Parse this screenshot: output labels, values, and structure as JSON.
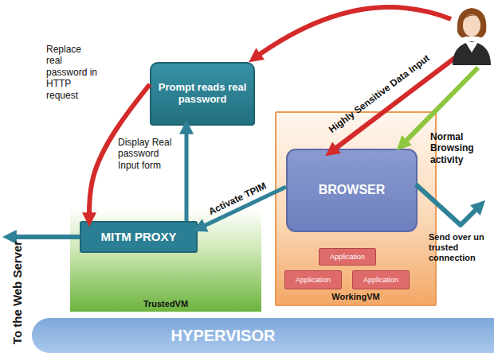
{
  "diagram": {
    "nodes": [
      {
        "text": [
          "Prompt reads real password"
        ]
      },
      {
        "text": [
          "TrustedVM"
        ]
      },
      {
        "text": [
          "MITM PROXY"
        ],
        "in": 1
      },
      {
        "text": [
          "WorkingVM"
        ]
      },
      {
        "text": [
          "BROWSER"
        ],
        "in": 3
      },
      {
        "text": [
          "Application"
        ],
        "in": 3
      },
      {
        "text": [
          "Application"
        ],
        "in": 3
      },
      {
        "text": [
          "Application"
        ],
        "in": 3
      },
      {
        "text": [
          "HYPERVISOR"
        ]
      }
    ],
    "edges": [
      {
        "from": 0,
        "to": 2,
        "arrow": "to"
      },
      {
        "from": 2,
        "to": 0,
        "arrow": "to"
      },
      {
        "from": 4,
        "to": 2,
        "label": "Activate TPIM",
        "arrow": "to"
      }
    ],
    "labels": [
      "Replace real password in HTTP request",
      "Display Real password Input form",
      "Highly Sensitive Data Input",
      "Normal Browsing activity",
      "Send over un trusted connection",
      "To the Web Server"
    ]
  }
}
